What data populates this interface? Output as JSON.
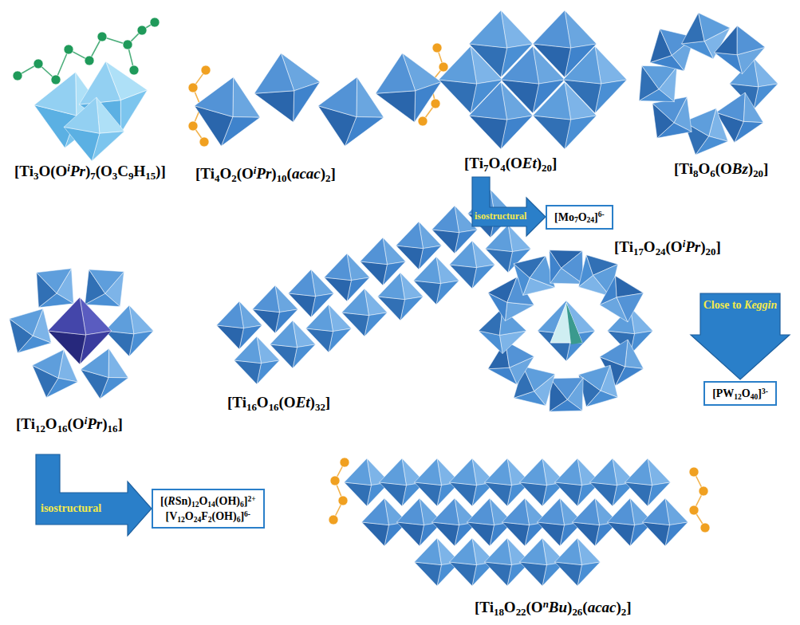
{
  "diagram": {
    "nodes": [
      {
        "text": [
          "isostructural"
        ]
      },
      {
        "text": [
          "[Mo7O24]6-"
        ]
      },
      {
        "text": [
          "Close to Keggin"
        ]
      },
      {
        "text": [
          "[PW12O40]3-"
        ]
      },
      {
        "text": [
          "isostructural"
        ]
      },
      {
        "text": [
          "[(RSn)12O14(OH)6]2+",
          "[V12O24F2(OH)6]6-"
        ]
      }
    ],
    "labels": [
      "[Ti3O(OiPr)7(O3C9H15)]",
      "[Ti4O2(OiPr)10(acac)2]",
      "[Ti7O4(OEt)20]",
      "[Ti8O6(OBz)20]",
      "[Ti12O16(OiPr)16]",
      "[Ti16O16(OEt)32]",
      "[Ti17O24(OiPr)20]",
      "[Ti18O22(OnBu)26(acac)2]"
    ]
  }
}
